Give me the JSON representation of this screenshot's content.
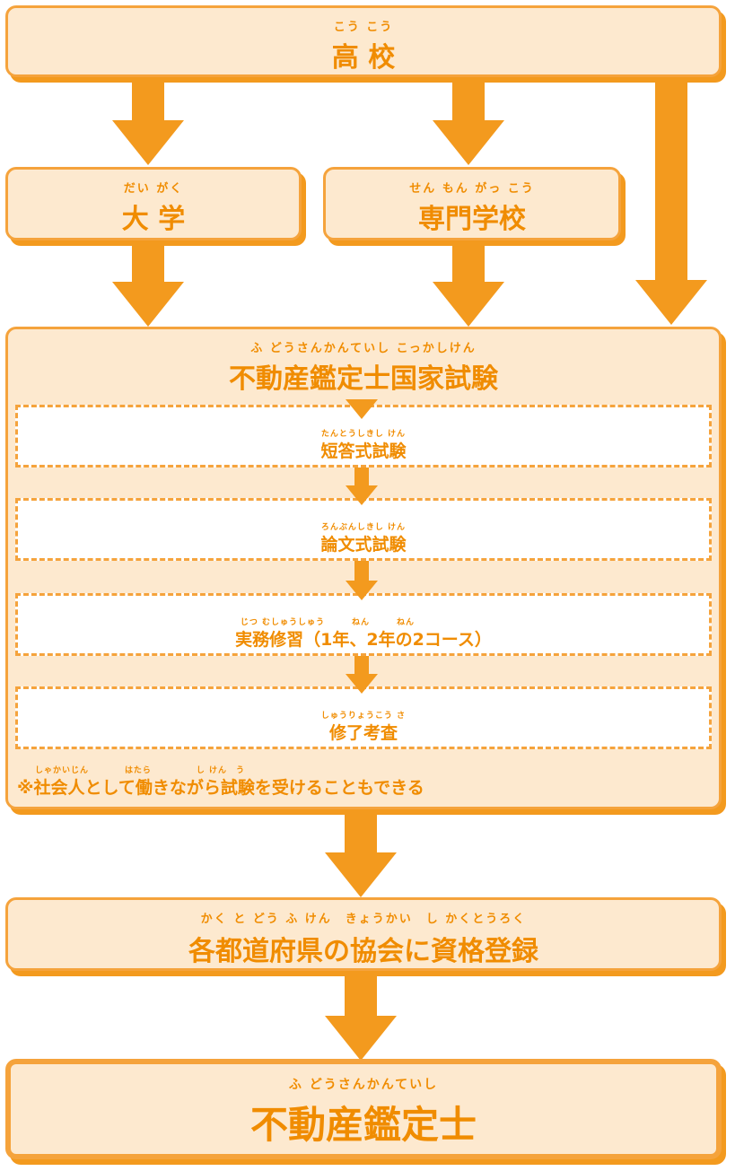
{
  "nodes": {
    "highschool": {
      "label": "高 校",
      "ruby": "こう こう"
    },
    "university": {
      "label": "大 学",
      "ruby": "だい がく"
    },
    "vocational": {
      "label": "専門学校",
      "ruby": "せん もん がっ こう"
    },
    "exam": {
      "label": "不動産鑑定士国家試験",
      "ruby": "ふ どうさんかんていし こっかしけん",
      "steps": [
        {
          "label": "短答式試験",
          "ruby": "たんとうしきし けん"
        },
        {
          "label": "論文式試験",
          "ruby": "ろんぶんしきし けん"
        },
        {
          "label": "実務修習（1年、2年の2コース）",
          "ruby": "じつ むしゅうしゅう　　　ねん　　　ねん"
        },
        {
          "label": "修了考査",
          "ruby": "しゅうりょうこう さ"
        }
      ],
      "note": "※社会人として働きながら試験を受けることもできる",
      "note_ruby": "しゃかいじん　　　　はたら　　　　　し けん　う"
    },
    "registration": {
      "label": "各都道府県の協会に資格登録",
      "ruby": "かく と どう ふ けん　きょうかい　し かくとうろく"
    },
    "appraiser": {
      "label": "不動産鑑定士",
      "ruby": "ふ どうさんかんていし"
    }
  },
  "colors": {
    "accent": "#f39a1e",
    "fill": "#fde9cf",
    "text": "#f08c00"
  }
}
